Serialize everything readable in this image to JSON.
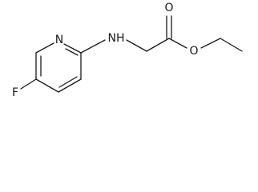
{
  "molecule": {
    "atoms": {
      "ring_n": "N",
      "amine_nh": "NH",
      "carbonyl_o": "O",
      "ester_o": "O",
      "fluorine": "F"
    },
    "colors": {
      "ink": "#1a1a1a",
      "background": "#ffffff"
    }
  }
}
